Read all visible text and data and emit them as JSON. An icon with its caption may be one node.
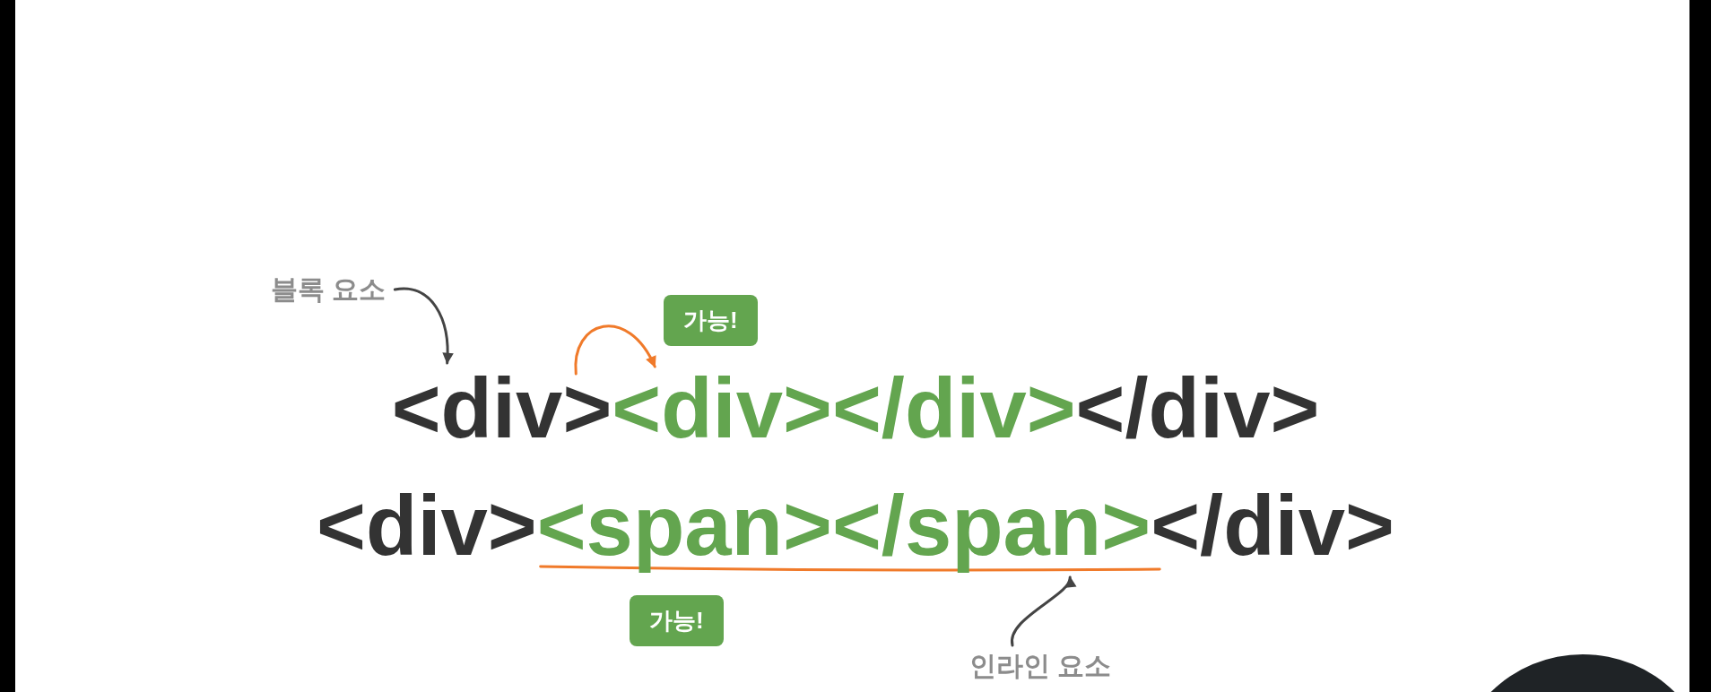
{
  "diagram": {
    "nodes": [
      {
        "text": [
          "블록 요소"
        ]
      },
      {
        "text": [
          "가능!"
        ]
      },
      {
        "text": [
          "<div>"
        ]
      },
      {
        "text": [
          "<div></div>"
        ]
      },
      {
        "text": [
          "<span></span>"
        ]
      },
      {
        "text": [
          "가능!"
        ]
      },
      {
        "text": [
          "인라인 요소"
        ]
      },
      {
        "text": [],
        "shape": "circle"
      }
    ],
    "edges": [
      {
        "from": 0,
        "to": 2,
        "arrow": "to"
      },
      {
        "from": 2,
        "to": 3,
        "arrow": "to",
        "color": "#f07a2a"
      },
      {
        "from": 6,
        "to": 4,
        "arrow": "to"
      }
    ],
    "labels": [
      "</div>",
      "<div>",
      "</div>"
    ]
  }
}
